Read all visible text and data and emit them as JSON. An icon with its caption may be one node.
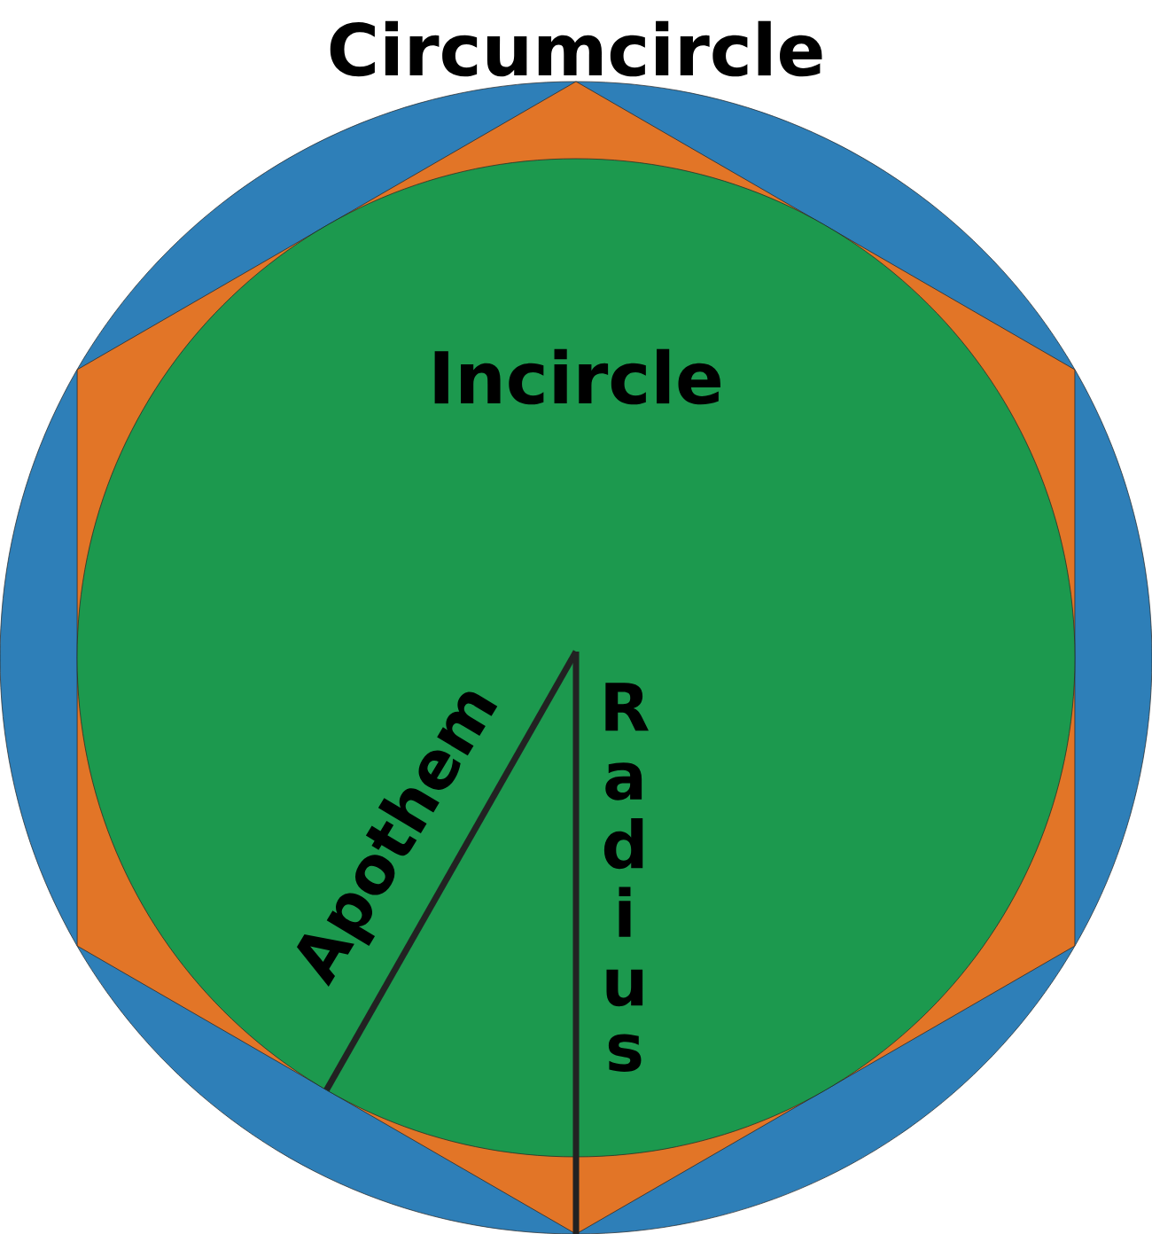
{
  "diagram": {
    "nodes": [
      {
        "text": [
          "Circumcircle"
        ]
      },
      {
        "text": [],
        "shape": "hexagon",
        "in": 0
      },
      {
        "text": [
          "Incircle"
        ],
        "in": 1
      }
    ],
    "labels": [
      "Apothem",
      "Radius"
    ]
  }
}
